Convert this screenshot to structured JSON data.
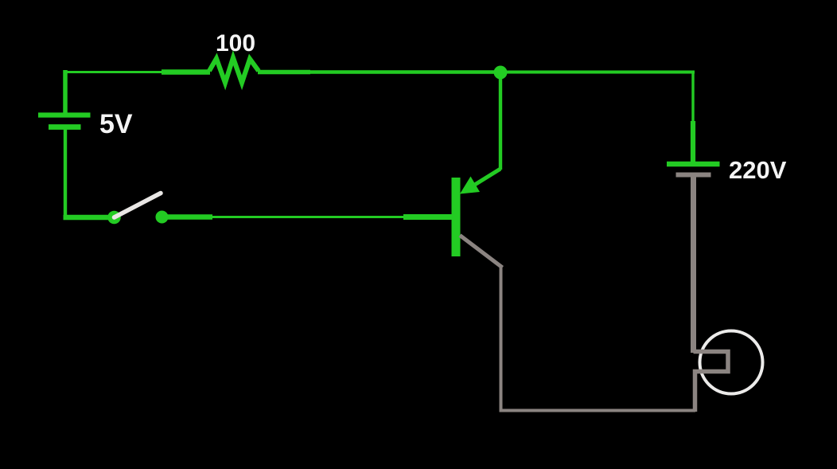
{
  "diagram": {
    "kind": "circuit-schematic",
    "description_names": [
      "battery-5v",
      "resistor",
      "switch-open",
      "pnp-transistor",
      "battery-220v",
      "lamp"
    ],
    "labels": {
      "resistor_value": "100",
      "control_battery_voltage": "5V",
      "load_battery_voltage": "220V"
    },
    "components": [
      {
        "name": "battery-5v",
        "label": "5V"
      },
      {
        "name": "resistor",
        "label": "100"
      },
      {
        "name": "switch",
        "state": "open"
      },
      {
        "name": "transistor",
        "kind": "PNP"
      },
      {
        "name": "battery-220v",
        "label": "220V"
      },
      {
        "name": "lamp",
        "state": "off"
      }
    ]
  },
  "colors": {
    "background": "#000000",
    "active_wire": "#23cb23",
    "inactive_wire": "#8b8481",
    "switch_lever": "#e9e7e5",
    "lamp_outline": "#ecebea",
    "label_text": "#f4f4f4"
  }
}
